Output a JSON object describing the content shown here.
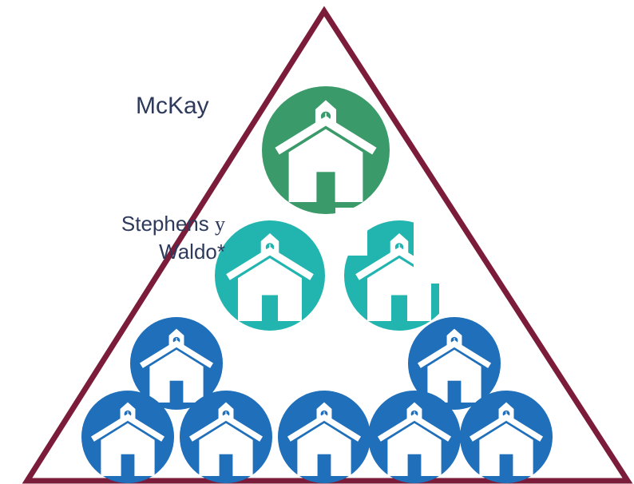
{
  "labels": {
    "top": "McKay",
    "middle_line1_name": "Stephens",
    "middle_line1_conj": "y",
    "middle_line2": "Waldo*"
  },
  "colors": {
    "triangle": "#7b1c3a",
    "tier_top": "#3a9a6a",
    "tier_middle": "#22b5b0",
    "tier_bottom": "#1f6fba",
    "icon": "#ffffff",
    "label_text": "#2e3a5c"
  },
  "tiers": [
    {
      "name": "top",
      "count": 1,
      "icon": "school-house-icon"
    },
    {
      "name": "middle",
      "count": 2,
      "icon": "school-house-icon"
    },
    {
      "name": "bottom",
      "count": 7,
      "icon": "school-house-icon"
    }
  ]
}
